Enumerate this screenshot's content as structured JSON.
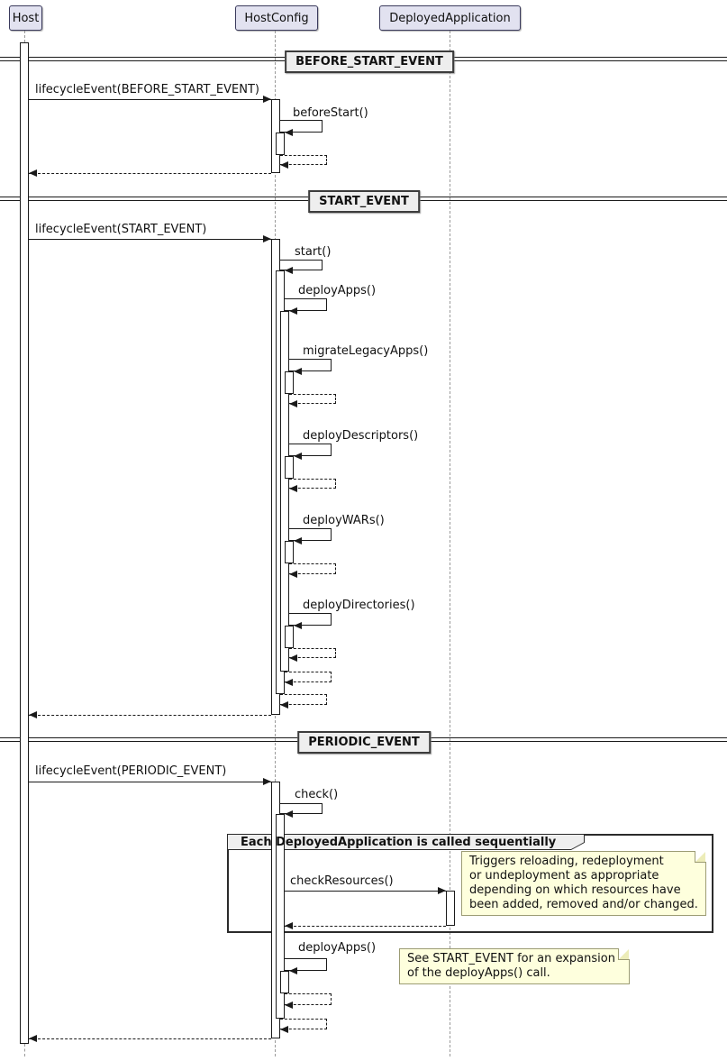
{
  "participants": {
    "host": "Host",
    "host_config": "HostConfig",
    "deployed_application": "DeployedApplication"
  },
  "dividers": {
    "before_start": "BEFORE_START_EVENT",
    "start": "START_EVENT",
    "periodic": "PERIODIC_EVENT"
  },
  "messages": {
    "lifecycle_before_start": "lifecycleEvent(BEFORE_START_EVENT)",
    "before_start": "beforeStart()",
    "lifecycle_start": "lifecycleEvent(START_EVENT)",
    "start": "start()",
    "deploy_apps": "deployApps()",
    "migrate_legacy_apps": "migrateLegacyApps()",
    "deploy_descriptors": "deployDescriptors()",
    "deploy_wars": "deployWARs()",
    "deploy_directories": "deployDirectories()",
    "lifecycle_periodic": "lifecycleEvent(PERIODIC_EVENT)",
    "check": "check()",
    "check_resources": "checkResources()",
    "deploy_apps_periodic": "deployApps()"
  },
  "group": {
    "title": "Each DeployedApplication is called sequentially"
  },
  "notes": {
    "check_resources_note": {
      "lines": [
        "Triggers reloading, redeployment",
        "or undeployment as appropriate",
        "depending on which resources have",
        "been added, removed and/or changed."
      ]
    },
    "deploy_apps_note": {
      "lines": [
        "See START_EVENT for an expansion",
        "of the deployApps() call."
      ]
    }
  },
  "colors": {
    "background": "#FFFFFF",
    "participant_fill": "#E2E2F0",
    "participant_border": "#3A3A5C",
    "line": "#1A1A1A",
    "lifeline": "#9A9A9A",
    "divider_fill": "#EEEEEE",
    "note_fill": "#FEFFDD",
    "note_border": "#9C9C74",
    "group_header_fill": "#EEEEEE"
  }
}
